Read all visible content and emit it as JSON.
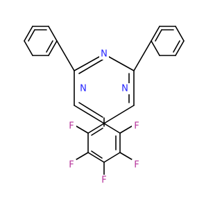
{
  "molecule": {
    "atom_labels": {
      "n_top": "N",
      "n_left": "N",
      "n_right": "N",
      "f_upper_left": "F",
      "f_upper_right": "F",
      "f_lower_left": "F",
      "f_lower_right": "F",
      "f_bottom": "F"
    },
    "colors": {
      "nitrogen": "#2222ff",
      "fluorine": "#b5329a",
      "bond": "#000000"
    }
  }
}
